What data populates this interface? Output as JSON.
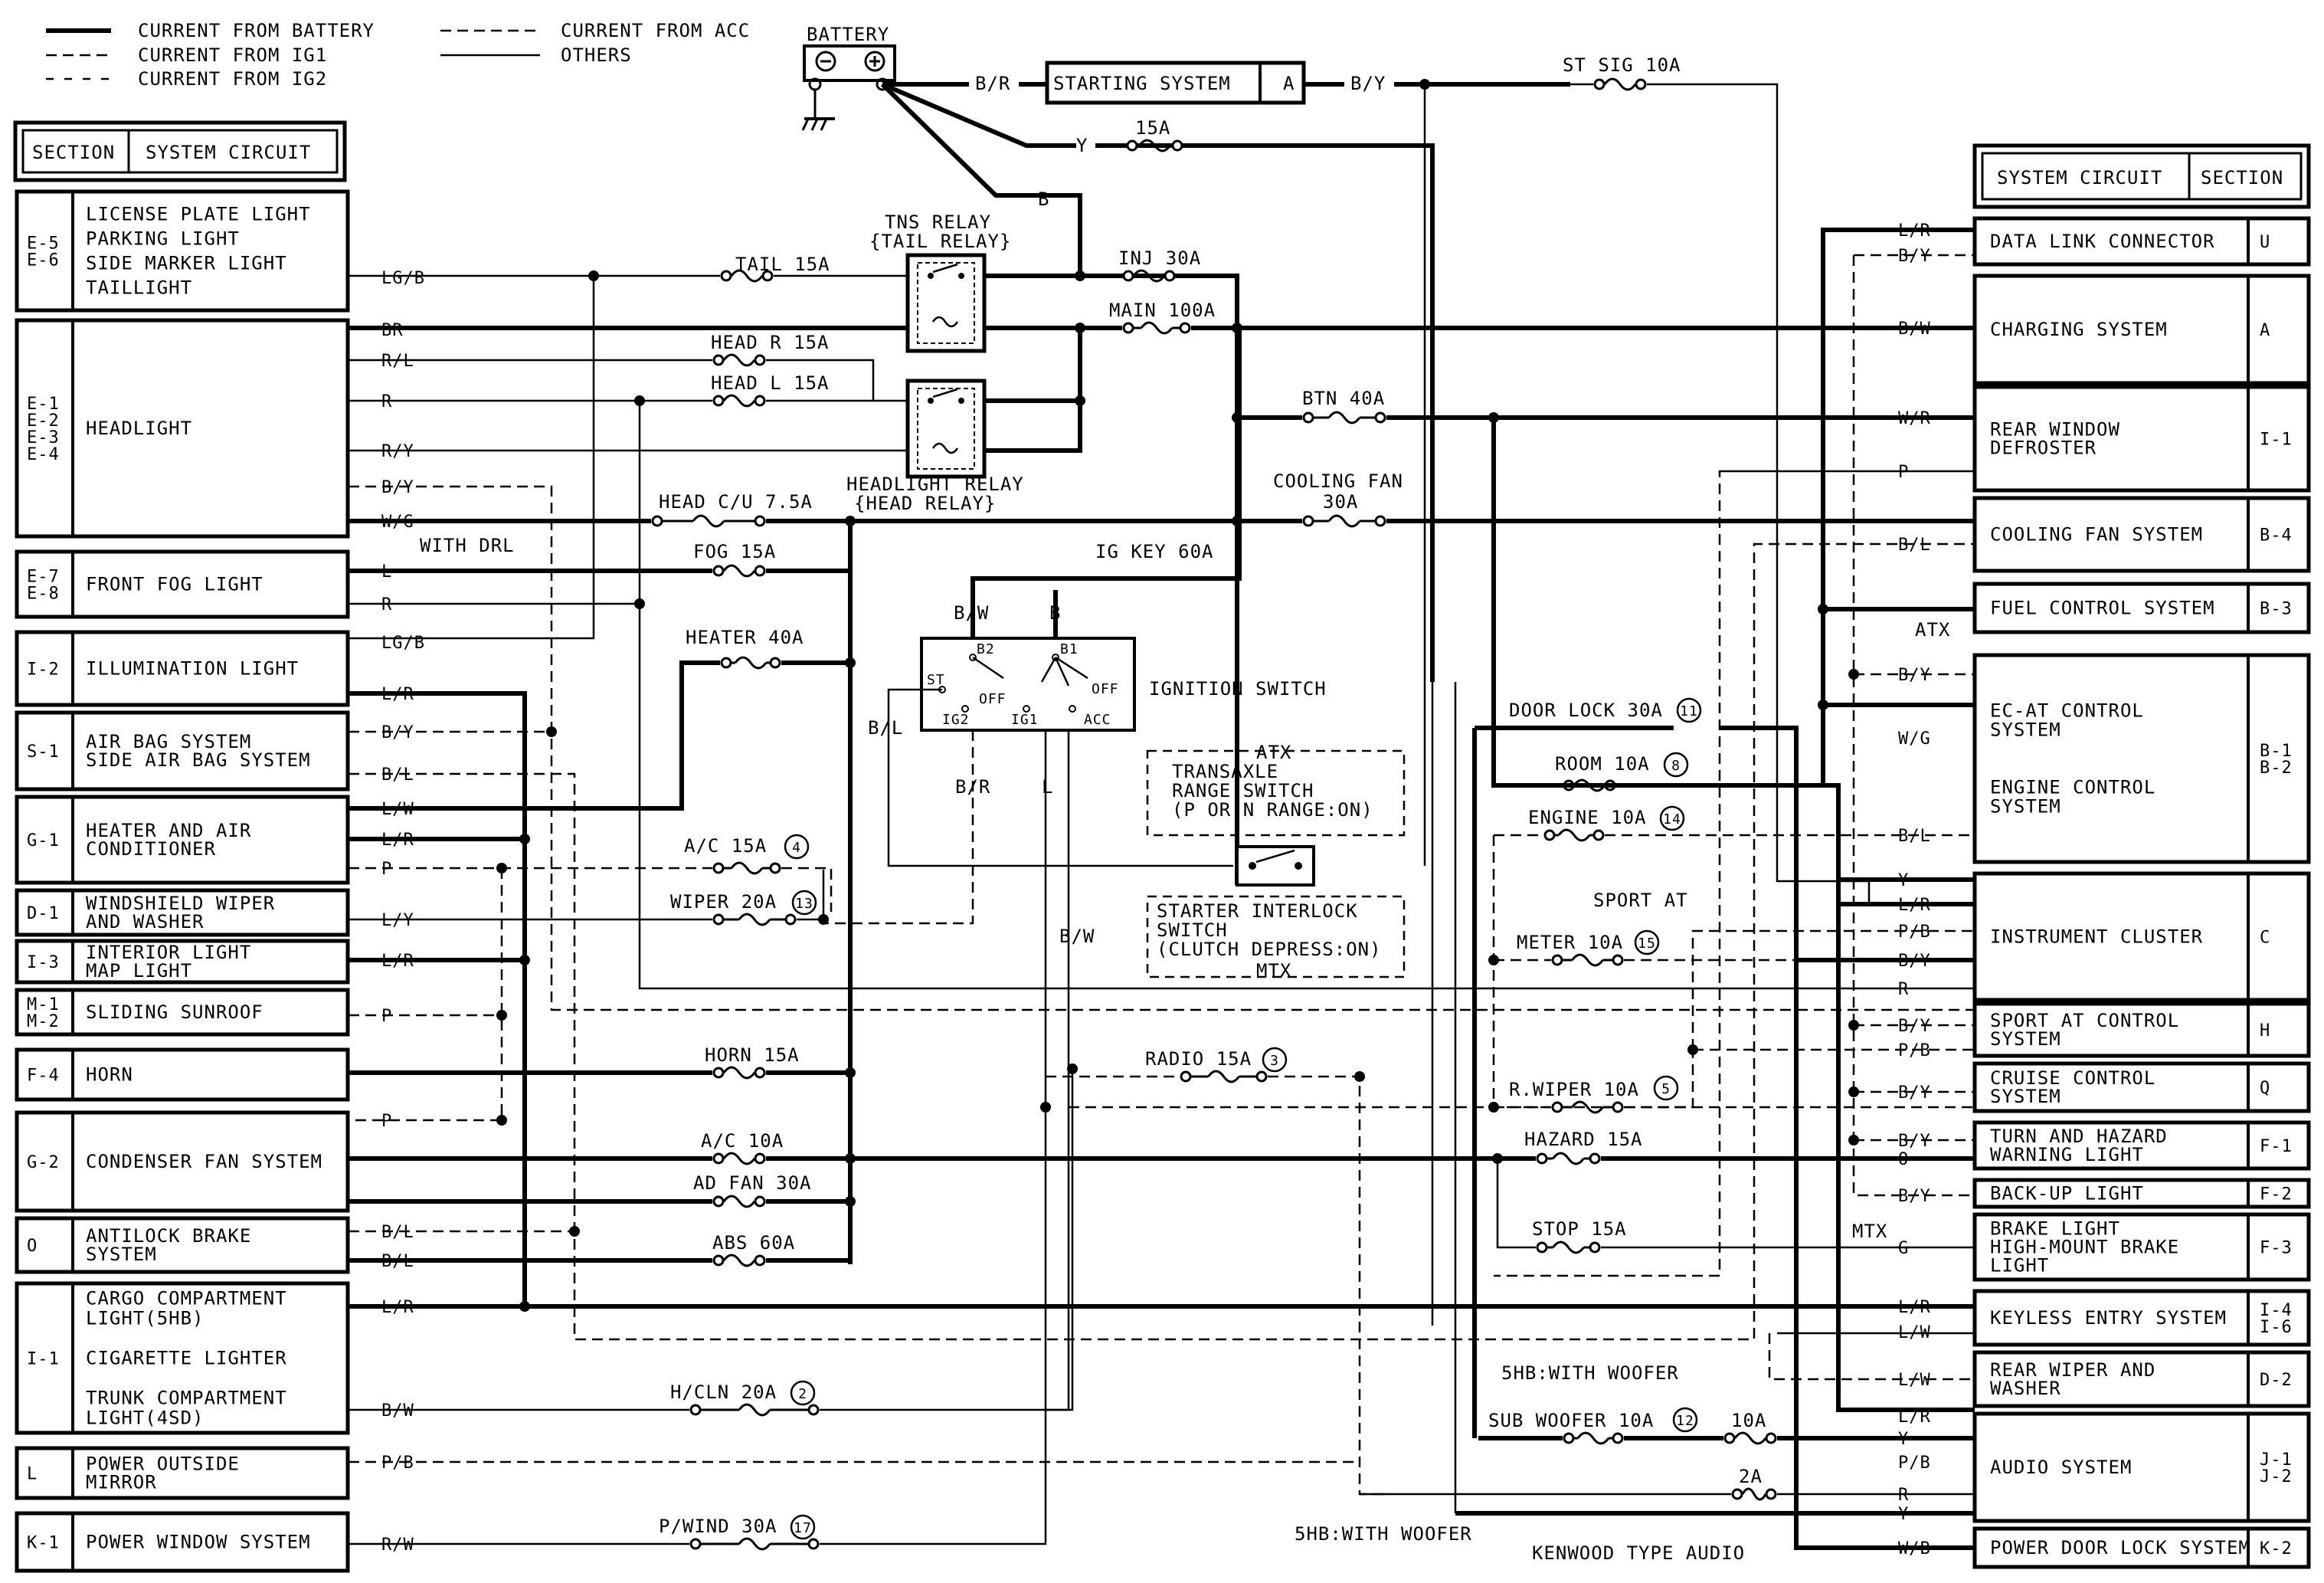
{
  "legend": {
    "battery": "CURRENT FROM BATTERY",
    "ig1": "CURRENT FROM IG1",
    "ig2": "CURRENT FROM IG2",
    "acc": "CURRENT FROM ACC",
    "others": "OTHERS"
  },
  "left_header": {
    "section": "SECTION",
    "system": "SYSTEM CIRCUIT"
  },
  "right_header": {
    "system": "SYSTEM CIRCUIT",
    "section": "SECTION"
  },
  "left_systems": [
    {
      "section": [
        "E-5",
        "E-6"
      ],
      "lines": [
        "LICENSE PLATE LIGHT",
        "PARKING LIGHT",
        "SIDE MARKER LIGHT",
        "TAILLIGHT"
      ]
    },
    {
      "section": [
        "E-1",
        "E-2",
        "E-3",
        "E-4"
      ],
      "lines": [
        "HEADLIGHT"
      ]
    },
    {
      "section": [
        "E-7",
        "E-8"
      ],
      "lines": [
        "FRONT FOG LIGHT"
      ]
    },
    {
      "section": [
        "I-2"
      ],
      "lines": [
        "ILLUMINATION LIGHT"
      ]
    },
    {
      "section": [
        "S-1"
      ],
      "lines": [
        "AIR BAG SYSTEM",
        "SIDE AIR BAG SYSTEM"
      ]
    },
    {
      "section": [
        "G-1"
      ],
      "lines": [
        "HEATER AND AIR",
        "CONDITIONER"
      ]
    },
    {
      "section": [
        "D-1"
      ],
      "lines": [
        "WINDSHIELD WIPER",
        "AND WASHER"
      ]
    },
    {
      "section": [
        "I-3"
      ],
      "lines": [
        "INTERIOR LIGHT",
        "MAP LIGHT"
      ]
    },
    {
      "section": [
        "M-1",
        "M-2"
      ],
      "lines": [
        "SLIDING SUNROOF"
      ]
    },
    {
      "section": [
        "F-4"
      ],
      "lines": [
        "HORN"
      ]
    },
    {
      "section": [
        "G-2"
      ],
      "lines": [
        "CONDENSER FAN SYSTEM"
      ]
    },
    {
      "section": [
        "O"
      ],
      "lines": [
        "ANTILOCK BRAKE",
        "SYSTEM"
      ]
    },
    {
      "section": [
        "I-1"
      ],
      "lines": [
        "CARGO COMPARTMENT",
        "LIGHT(5HB)",
        "",
        "CIGARETTE LIGHTER",
        "",
        "TRUNK COMPARTMENT",
        "LIGHT(4SD)"
      ]
    },
    {
      "section": [
        "L"
      ],
      "lines": [
        "POWER OUTSIDE",
        "MIRROR"
      ]
    },
    {
      "section": [
        "K-1"
      ],
      "lines": [
        "POWER WINDOW SYSTEM"
      ]
    }
  ],
  "right_systems": [
    {
      "lines": [
        "DATA LINK CONNECTOR"
      ],
      "section": [
        "U"
      ]
    },
    {
      "lines": [
        "CHARGING SYSTEM"
      ],
      "section": [
        "A"
      ]
    },
    {
      "lines": [
        "REAR WINDOW",
        "DEFROSTER"
      ],
      "section": [
        "I-1"
      ]
    },
    {
      "lines": [
        "COOLING FAN SYSTEM"
      ],
      "section": [
        "B-4"
      ]
    },
    {
      "lines": [
        "FUEL CONTROL SYSTEM"
      ],
      "section": [
        "B-3"
      ]
    },
    {
      "lines": [
        "EC-AT CONTROL",
        "SYSTEM",
        "",
        "",
        "ENGINE CONTROL",
        "SYSTEM"
      ],
      "section": [
        "B-1",
        "B-2"
      ]
    },
    {
      "lines": [
        "INSTRUMENT CLUSTER"
      ],
      "section": [
        "C"
      ]
    },
    {
      "lines": [
        "SPORT AT CONTROL",
        "SYSTEM"
      ],
      "section": [
        "H"
      ]
    },
    {
      "lines": [
        "CRUISE CONTROL",
        "SYSTEM"
      ],
      "section": [
        "Q"
      ]
    },
    {
      "lines": [
        "TURN AND HAZARD",
        "WARNING LIGHT"
      ],
      "section": [
        "F-1"
      ]
    },
    {
      "lines": [
        "BACK-UP LIGHT"
      ],
      "section": [
        "F-2"
      ]
    },
    {
      "lines": [
        "BRAKE LIGHT",
        "HIGH-MOUNT BRAKE",
        "LIGHT"
      ],
      "section": [
        "F-3"
      ]
    },
    {
      "lines": [
        "KEYLESS ENTRY SYSTEM"
      ],
      "section": [
        "I-4",
        "I-6"
      ]
    },
    {
      "lines": [
        "REAR WIPER AND",
        "WASHER"
      ],
      "section": [
        "D-2"
      ]
    },
    {
      "lines": [
        "AUDIO SYSTEM"
      ],
      "section": [
        "J-1",
        "J-2"
      ]
    },
    {
      "lines": [
        "POWER DOOR LOCK SYSTEM"
      ],
      "section": [
        "K-2"
      ]
    }
  ],
  "left_wires": [
    "LG/B",
    "BR",
    "R/L",
    "R",
    "R/Y",
    "B/Y",
    "W/G",
    "L",
    "R",
    "LG/B",
    "L/R",
    "B/Y",
    "B/L",
    "L/W",
    "L/R",
    "P",
    "L/Y",
    "L/R",
    "P",
    "P",
    "B/L",
    "B/L",
    "L/R",
    "B/W",
    "P/B",
    "R/W"
  ],
  "right_wires": [
    "L/R",
    "B/Y",
    "B/W",
    "W/R",
    "P",
    "B/L",
    "B/Y",
    "W/G",
    "B/L",
    "Y",
    "L/R",
    "P/B",
    "B/Y",
    "R",
    "B/Y",
    "P/B",
    "B/Y",
    "B/Y",
    "O",
    "B/Y",
    "G",
    "L/R",
    "L/W",
    "L/W",
    "L/R",
    "Y",
    "P/B",
    "R",
    "Y",
    "W/B"
  ],
  "fuses": [
    "ST SIG 10A",
    "15A",
    "TAIL 15A",
    "INJ 30A",
    "MAIN 100A",
    "HEAD R 15A",
    "HEAD L 15A",
    "BTN 40A",
    "HEAD C/U 7.5A",
    "COOLING FAN",
    "30A",
    "FOG 15A",
    "IG KEY 60A",
    "HEATER 40A",
    "A/C 15A",
    "WIPER 20A",
    "HORN 15A",
    "RADIO 15A",
    "A/C 10A",
    "AD FAN 30A",
    "ABS 60A",
    "H/CLN 20A",
    "P/WIND 30A",
    "DOOR LOCK 30A",
    "ROOM 10A",
    "ENGINE 10A",
    "METER 10A",
    "R.WIPER 10A",
    "HAZARD 15A",
    "STOP 15A",
    "SUB WOOFER 10A",
    "10A",
    "2A"
  ],
  "fuse_numbers": [
    "4",
    "13",
    "3",
    "2",
    "17",
    "11",
    "8",
    "14",
    "15",
    "5",
    "12"
  ],
  "components": {
    "battery": "BATTERY",
    "starting_system": "STARTING SYSTEM",
    "starting_section": "A",
    "tns_relay": [
      "TNS RELAY",
      "{TAIL RELAY}"
    ],
    "headlight_relay": [
      "HEADLIGHT RELAY",
      "{HEAD RELAY}"
    ],
    "ignition_switch": "IGNITION SWITCH",
    "ign_terms": [
      "B/W",
      "B",
      "B2",
      "B1",
      "ST",
      "OFF",
      "OFF",
      "IG2",
      "IG1",
      "ACC",
      "B/L",
      "B/R",
      "L",
      "B/W"
    ],
    "transaxle": [
      "ATX",
      "TRANSAXLE",
      "RANGE SWITCH",
      "(P OR N RANGE:ON)"
    ],
    "interlock": [
      "STARTER INTERLOCK",
      "SWITCH",
      "(CLUTCH DEPRESS:ON)",
      "MTX"
    ]
  },
  "wire_labels": {
    "b_r": "B/R",
    "b_y": "B/Y",
    "y": "Y",
    "b": "B"
  },
  "notes": {
    "with_drl": "WITH DRL",
    "atx": "ATX",
    "sport_at": "SPORT AT",
    "mtx": "MTX",
    "hb_woofer_right": "5HB:WITH WOOFER",
    "hb_woofer_bottom": "5HB:WITH WOOFER",
    "kenwood": "KENWOOD TYPE AUDIO"
  }
}
